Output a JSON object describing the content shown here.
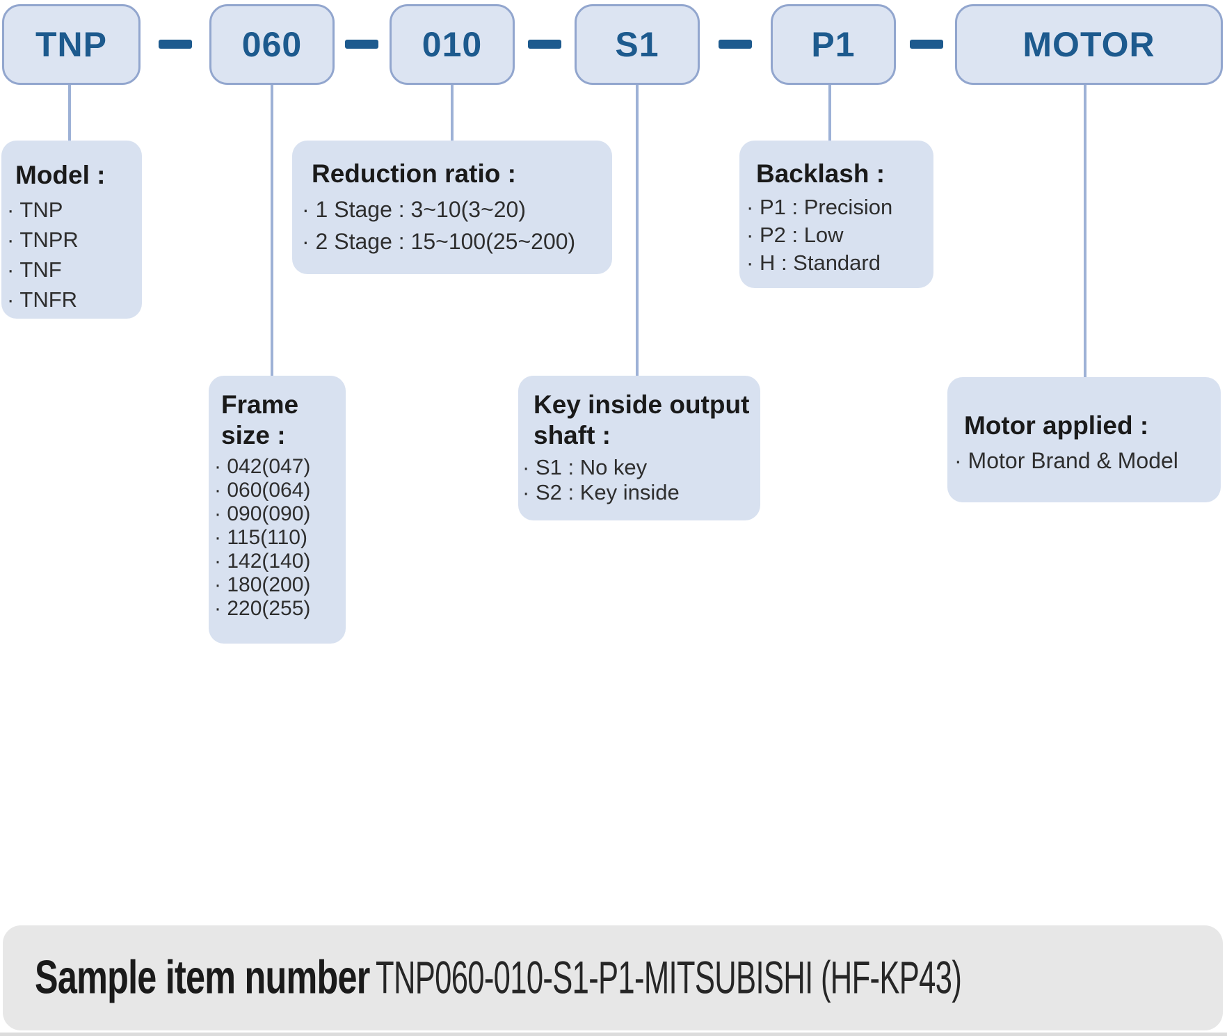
{
  "colors": {
    "box_fill": "#dce4f2",
    "box_border": "#92a6ce",
    "code_text": "#1d5a8e",
    "connector": "#9db1d6",
    "detail_fill": "#d8e1f0",
    "title_text": "#1a1a1a",
    "item_text": "#2e2e2e",
    "bar_fill": "#e7e7e7",
    "bar_text": "#1a1a1a"
  },
  "top_codes": {
    "model": "TNP",
    "frame": "060",
    "ratio": "010",
    "key": "S1",
    "backlash": "P1",
    "motor": "MOTOR"
  },
  "model": {
    "title": "Model :",
    "items": [
      "TNP",
      "TNPR",
      "TNF",
      "TNFR"
    ]
  },
  "frame": {
    "title": "Frame size :",
    "items": [
      "042(047)",
      "060(064)",
      "090(090)",
      "115(110)",
      "142(140)",
      "180(200)",
      "220(255)"
    ]
  },
  "reduction": {
    "title": "Reduction ratio :",
    "items": [
      "1 Stage : 3~10(3~20)",
      "2 Stage : 15~100(25~200)"
    ]
  },
  "key": {
    "title": "Key inside output shaft :",
    "items": [
      "S1 : No key",
      "S2 : Key inside"
    ]
  },
  "backlash": {
    "title": "Backlash :",
    "items": [
      "P1 : Precision",
      "P2 : Low",
      "H : Standard"
    ]
  },
  "motor": {
    "title": "Motor applied :",
    "items": [
      "Motor Brand & Model"
    ]
  },
  "sample": {
    "label": "Sample item number",
    "value": "TNP060-010-S1-P1-MITSUBISHI (HF-KP43)"
  }
}
